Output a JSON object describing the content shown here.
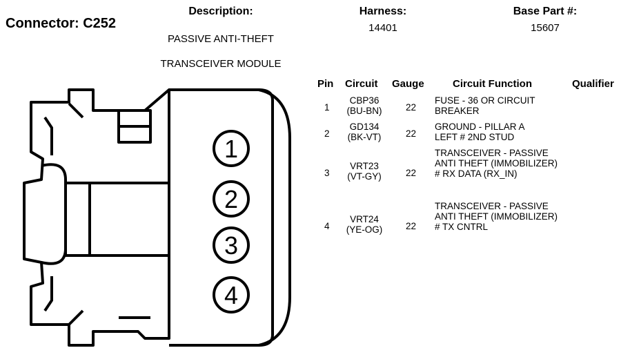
{
  "header": {
    "connector_label": "Connector: C252",
    "description_label": "Description:",
    "description_lines": [
      "PASSIVE ANTI-THEFT",
      "TRANSCEIVER MODULE"
    ],
    "harness_label": "Harness:",
    "harness_value": "14401",
    "base_part_label": "Base Part #:",
    "base_part_value": "15607"
  },
  "table": {
    "columns": [
      "Pin",
      "Circuit",
      "Gauge",
      "Circuit Function",
      "Qualifier"
    ],
    "rows": [
      {
        "pin": "1",
        "circuit": "CBP36",
        "color": "(BU-BN)",
        "gauge": "22",
        "function": "FUSE - 36 OR CIRCUIT BREAKER",
        "qualifier": ""
      },
      {
        "pin": "2",
        "circuit": "GD134",
        "color": "(BK-VT)",
        "gauge": "22",
        "function": "GROUND - PILLAR A LEFT # 2ND STUD",
        "qualifier": ""
      },
      {
        "pin": "3",
        "circuit": "VRT23",
        "color": "(VT-GY)",
        "gauge": "22",
        "function": "TRANSCEIVER - PASSIVE ANTI THEFT (IMMOBILIZER) # RX DATA (RX_IN)",
        "qualifier": ""
      },
      {
        "pin": "4",
        "circuit": "VRT24",
        "color": "(YE-OG)",
        "gauge": "22",
        "function": "TRANSCEIVER - PASSIVE ANTI THEFT (IMMOBILIZER) # TX CNTRL",
        "qualifier": ""
      }
    ]
  },
  "connector_diagram": {
    "pin_labels": [
      "1",
      "2",
      "3",
      "4"
    ]
  }
}
